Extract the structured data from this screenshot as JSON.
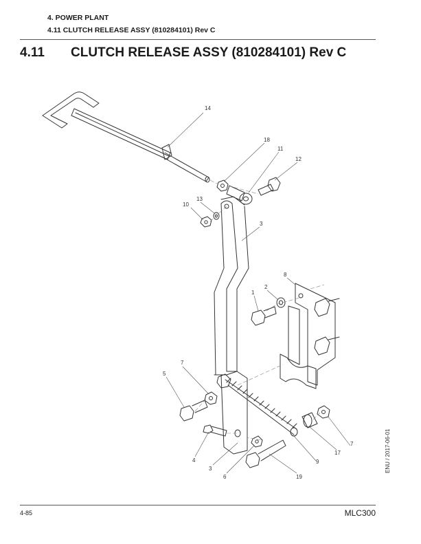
{
  "header": {
    "chapter": "4. POWER PLANT",
    "subsection": "4.11 CLUTCH RELEASE ASSY (810284101) Rev C"
  },
  "section": {
    "number": "4.11",
    "title": "CLUTCH RELEASE ASSY (810284101) Rev C"
  },
  "callouts": {
    "c14": "14",
    "c18": "18",
    "c11": "11",
    "c12": "12",
    "c10": "10",
    "c13": "13",
    "c3a": "3",
    "c8": "8",
    "c2": "2",
    "c1": "1",
    "c7a": "7",
    "c5": "5",
    "c7b": "7",
    "c17": "17",
    "c9": "9",
    "c4": "4",
    "c3b": "3",
    "c6": "6",
    "c19": "19"
  },
  "side_label": "ENU / 2017-06-01",
  "footer": {
    "page": "4-85",
    "model": "MLC300"
  }
}
